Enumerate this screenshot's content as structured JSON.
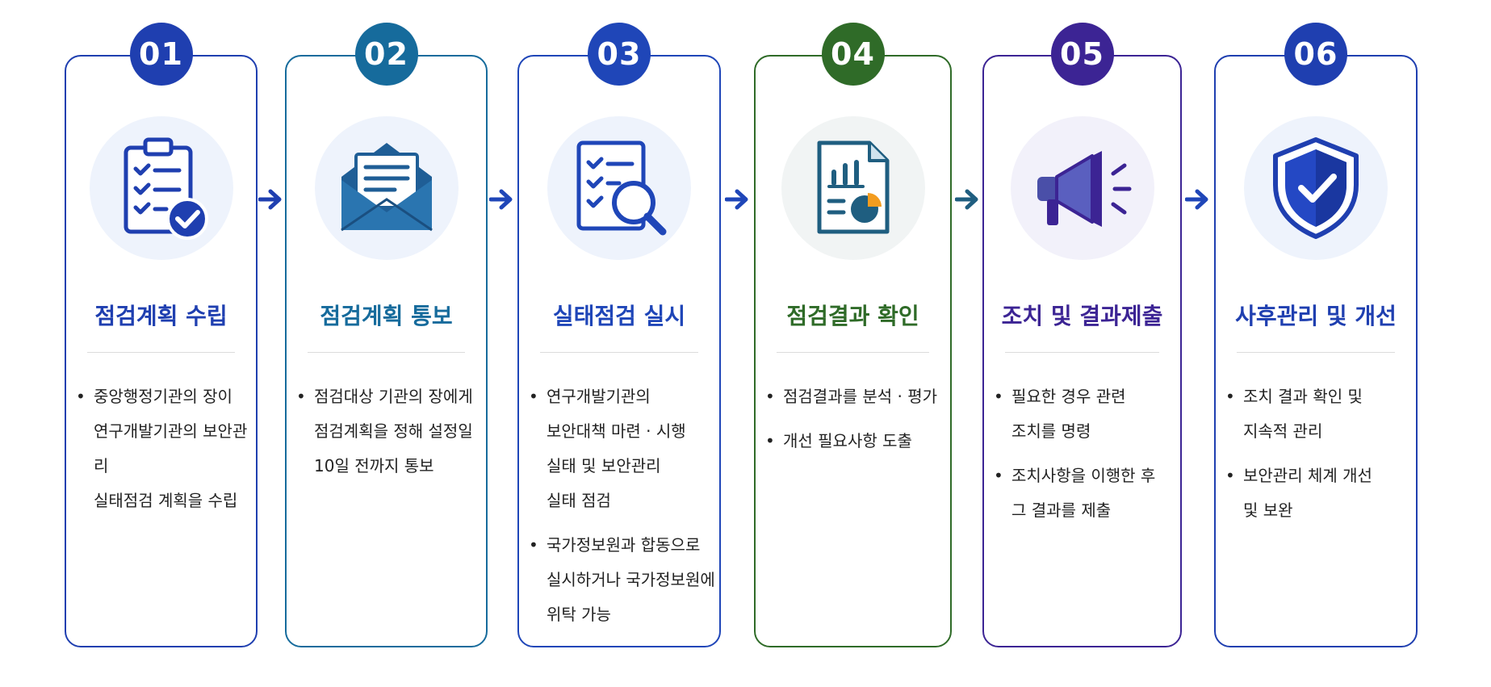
{
  "steps": [
    {
      "number": "01",
      "title": "점검계획 수립",
      "accent": "#1f3fb0",
      "bg": "#eef3fc",
      "icon": "clipboard-check-icon",
      "bullets": [
        "중앙행정기관의 장이\n연구개발기관의 보안관리\n실태점검 계획을 수립"
      ]
    },
    {
      "number": "02",
      "title": "점검계획 통보",
      "accent": "#166b9c",
      "bg": "#eef3fc",
      "icon": "envelope-letter-icon",
      "bullets": [
        "점검대상 기관의 장에게\n점검계획을 정해 설정일\n10일 전까지 통보"
      ]
    },
    {
      "number": "03",
      "title": "실태점검 실시",
      "accent": "#1f46b8",
      "bg": "#eef3fc",
      "icon": "checklist-magnifier-icon",
      "bullets": [
        "연구개발기관의\n보안대책 마련 · 시행\n실태 및 보안관리\n실태 점검",
        "국가정보원과 합동으로\n실시하거나 국가정보원에\n위탁 가능"
      ]
    },
    {
      "number": "04",
      "title": "점검결과 확인",
      "accent": "#2f6b28",
      "bg": "#f1f4f4",
      "icon": "report-chart-icon",
      "bullets": [
        "점검결과를 분석 · 평가",
        "개선 필요사항 도출"
      ]
    },
    {
      "number": "05",
      "title": "조치 및 결과제출",
      "accent": "#3c2494",
      "bg": "#f2f1fa",
      "icon": "megaphone-icon",
      "bullets": [
        "필요한 경우 관련\n조치를 명령",
        "조치사항을 이행한 후\n그 결과를 제출"
      ]
    },
    {
      "number": "06",
      "title": "사후관리 및 개선",
      "accent": "#1f3fb0",
      "bg": "#eef3fc",
      "icon": "shield-check-icon",
      "bullets": [
        "조치 결과 확인 및\n지속적 관리",
        "보안관리 체계 개선\n및 보완"
      ]
    }
  ]
}
